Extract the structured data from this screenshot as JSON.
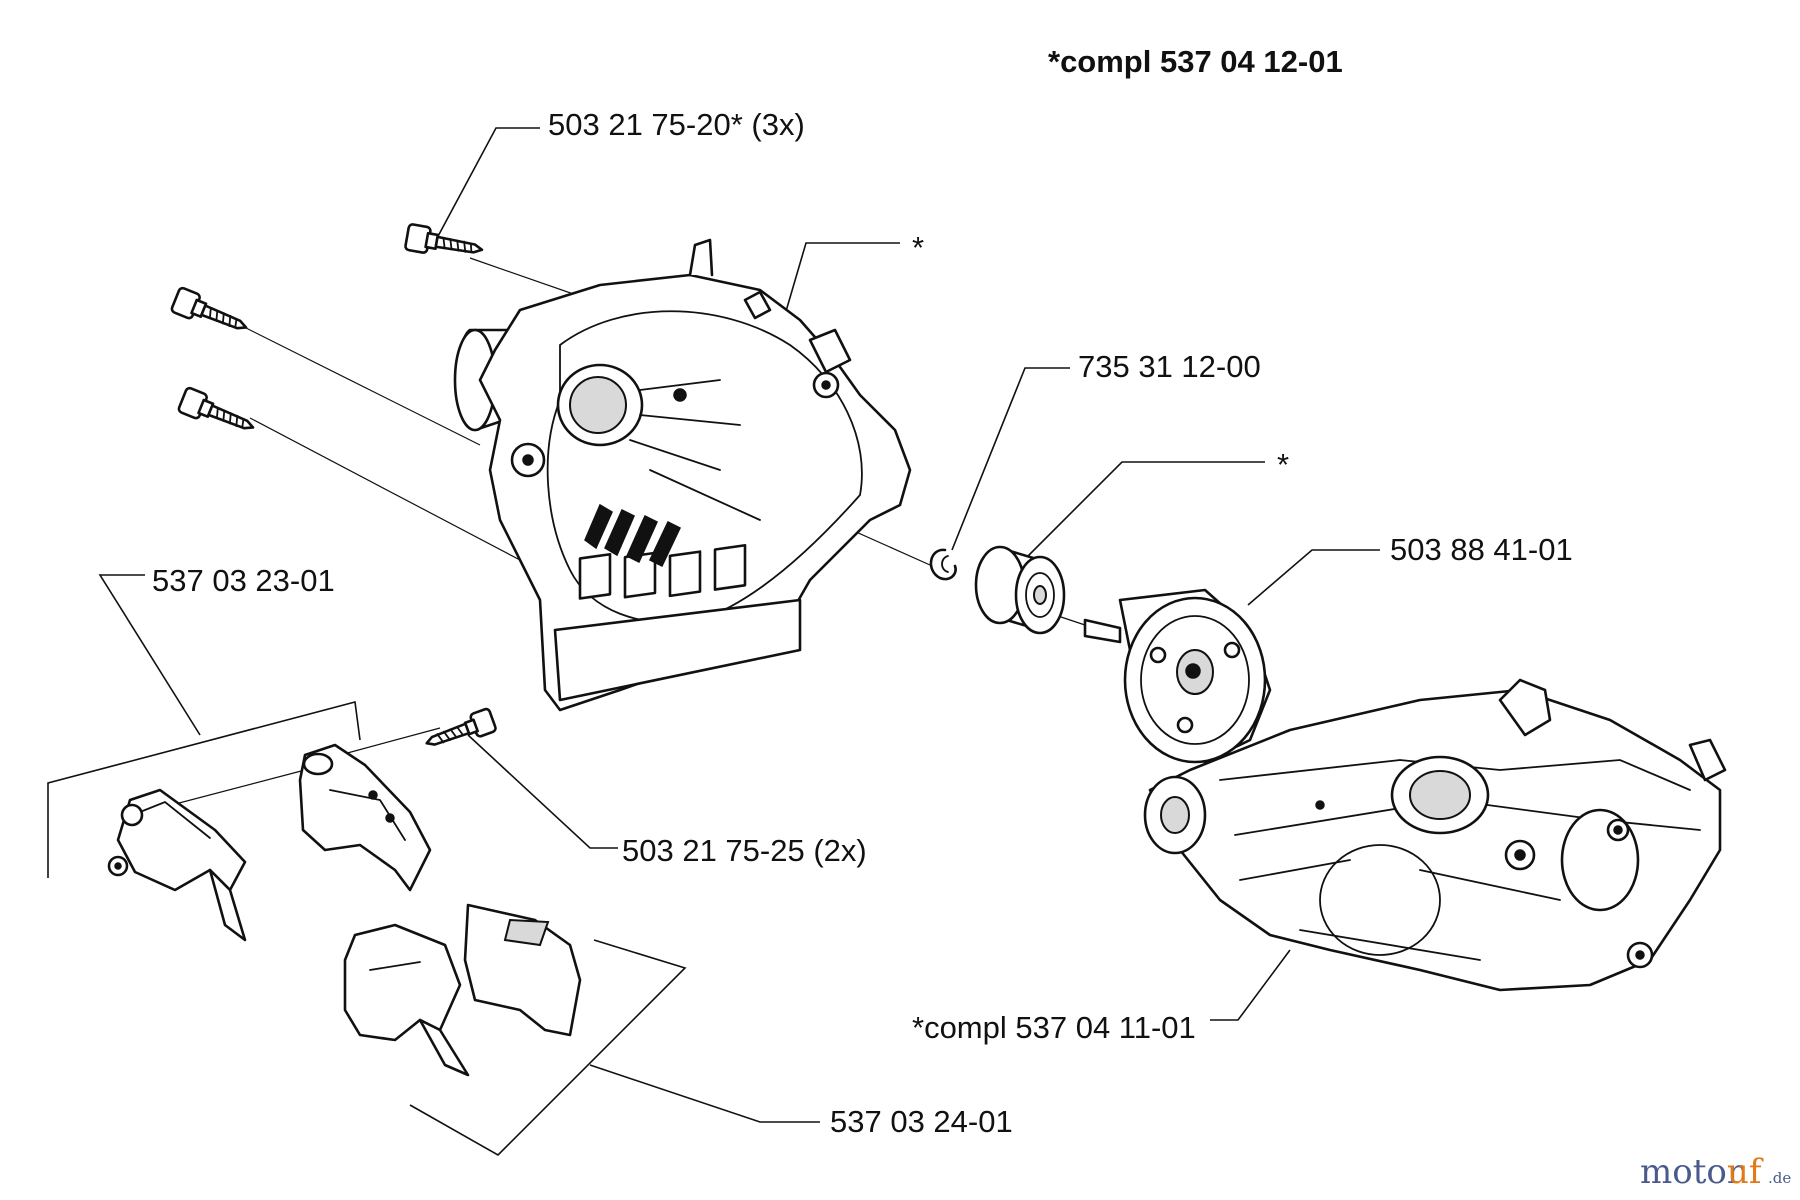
{
  "diagram": {
    "assembly_label": "*compl 537 04 12-01",
    "parts": {
      "screws_top": "503 21 75-20* (3x)",
      "housing_star": "*",
      "circlip": "735 31 12-00",
      "bearing_star": "*",
      "drum": "503 88 41-01",
      "left_clamp": "537 03 23-01",
      "small_screws": "503 21 75-25 (2x)",
      "right_clamp": "537 03 24-01",
      "gear_housing": "*compl 537 04 11-01"
    }
  },
  "watermark": {
    "text_a": "motor",
    "text_b": "uf",
    "suffix": ".de"
  }
}
